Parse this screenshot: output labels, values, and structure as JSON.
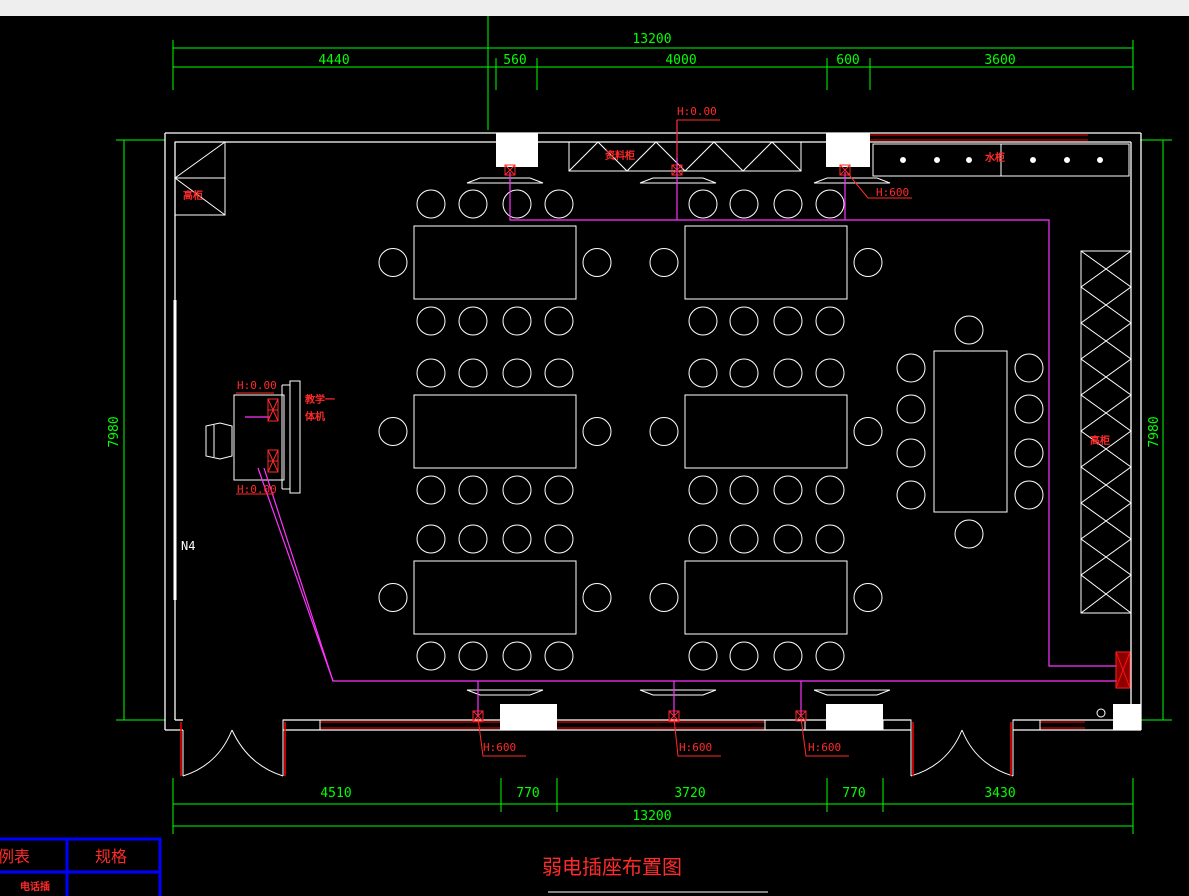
{
  "drawing_title": "弱电插座布置图",
  "colors": {
    "wall": "#ffffff",
    "dimension": "#00ff00",
    "annotation": "#ff2a2a",
    "cable": "#ff33ff",
    "legend_border": "#0000ff"
  },
  "dimensions": {
    "top_total": "13200",
    "top_segments": [
      "4440",
      "560",
      "4000",
      "600",
      "3600"
    ],
    "bottom_segments": [
      "4510",
      "770",
      "3720",
      "770",
      "3430"
    ],
    "bottom_total": "13200",
    "left_height": "7980",
    "right_height": "7980"
  },
  "height_tags": {
    "top_center": "H:0.00",
    "top_right": "H:600",
    "desk_top": "H:0.00",
    "desk_bottom": "H:0.00",
    "bottom_left": "H:600",
    "bottom_center": "H:600",
    "bottom_right": "H:600"
  },
  "room_labels": {
    "top_left_cabinet": "高柜",
    "top_cabinet": "资料柜",
    "water_cabinet": "水柜",
    "right_cabinet": "高柜",
    "teaching_machine_line1": "教学一",
    "teaching_machine_line2": "体机",
    "north_mark": "N4"
  },
  "legend": {
    "col1_header": "例表",
    "col2_header": "规格",
    "row1": "电话插"
  }
}
